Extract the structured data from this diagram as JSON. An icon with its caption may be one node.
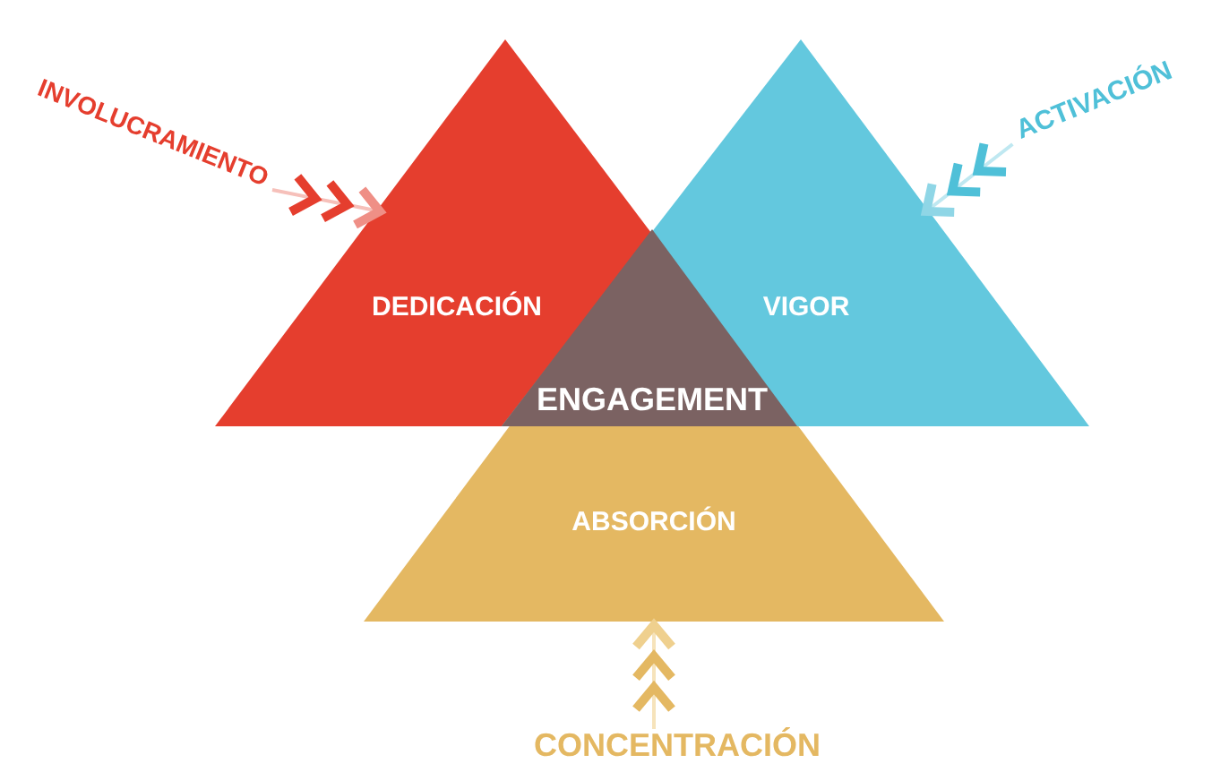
{
  "diagram": {
    "nodes": [
      {
        "text": [
          "DEDICACIÓN"
        ]
      },
      {
        "text": [
          "VIGOR"
        ]
      },
      {
        "text": [
          "ENGAGEMENT"
        ]
      },
      {
        "text": [
          "ABSORCIÓN"
        ]
      },
      {
        "text": [
          "INVOLUCRAMIENTO"
        ]
      },
      {
        "text": [
          "ACTIVACIÓN"
        ]
      },
      {
        "text": [
          "CONCENTRACIÓN"
        ]
      }
    ],
    "edges": [
      {
        "from": 4,
        "to": 0,
        "arrow": "to"
      },
      {
        "from": 5,
        "to": 1,
        "arrow": "to"
      },
      {
        "from": 6,
        "to": 3,
        "arrow": "to"
      }
    ]
  }
}
